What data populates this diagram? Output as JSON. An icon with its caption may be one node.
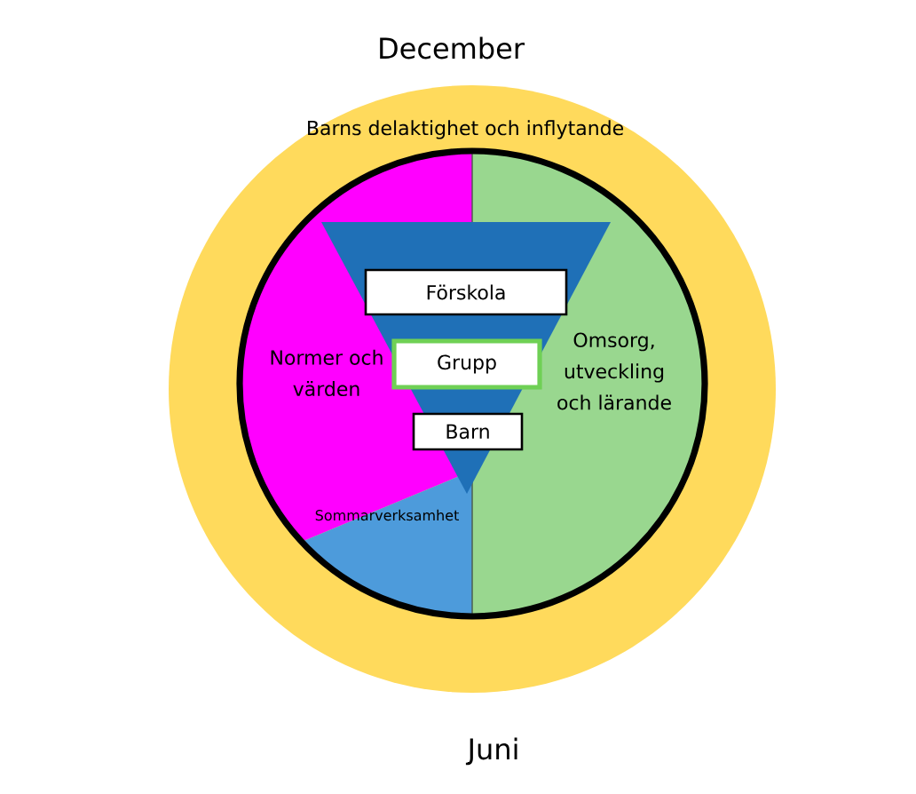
{
  "diagram": {
    "nodes": [
      {
        "text": [
          "Barns delaktighet och inflytande"
        ]
      },
      {
        "text": [
          "Normer och värden"
        ],
        "in": 0
      },
      {
        "text": [
          "Omsorg, utveckling och lärande"
        ],
        "in": 0
      },
      {
        "text": [
          "Sommarverksamhet"
        ],
        "in": 0
      },
      {
        "text": [],
        "shape": "triangle",
        "in": 0
      },
      {
        "text": [
          "Förskola"
        ],
        "in": 4
      },
      {
        "text": [
          "Grupp"
        ],
        "in": 4
      },
      {
        "text": [
          "Barn"
        ],
        "in": 4
      }
    ],
    "labels": [
      "December",
      "Juni"
    ]
  }
}
